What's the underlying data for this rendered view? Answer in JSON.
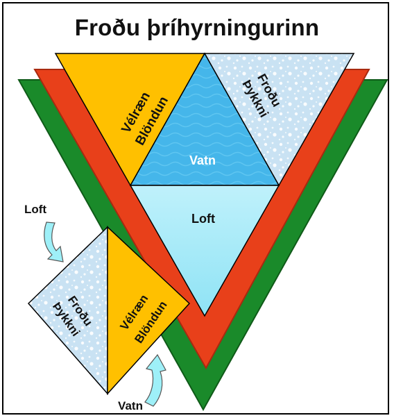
{
  "title": "Froðu þríhyrningurinn",
  "main_triangle": {
    "left_label_line1": "Vélræn",
    "left_label_line2": "Blöndun",
    "center_label": "Vatn",
    "right_label_line1": "Froðu",
    "right_label_line2": "Þykkni",
    "bottom_label": "Loft"
  },
  "small_diamond": {
    "left_label_line1": "Froðu",
    "left_label_line2": "Þykkni",
    "right_label_line1": "Vélræn",
    "right_label_line2": "Blöndun",
    "input_top_label": "Loft",
    "input_bottom_label": "Vatn"
  },
  "colors": {
    "green": "#1a8a2a",
    "red": "#e8401a",
    "yellow": "#ffc000",
    "water_blue": "#41b3e8",
    "air_cyan": "#9fe8f7",
    "foam": "#c5dff0",
    "arrow": "#9ef0f8"
  }
}
